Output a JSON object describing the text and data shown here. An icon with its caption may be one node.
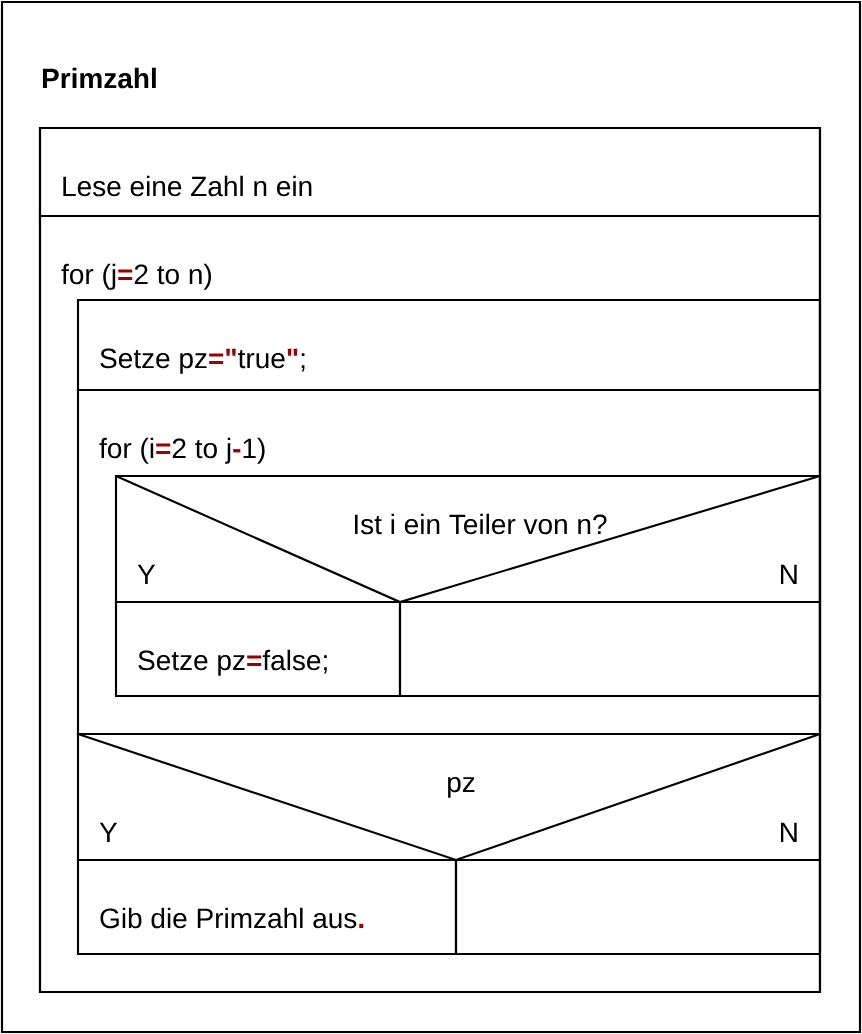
{
  "diagram": {
    "title": "Primzahl",
    "nodes": [
      {
        "text": [
          "Lese eine Zahl n ein"
        ]
      },
      {
        "text": [
          "for (j**=**2 to n)"
        ]
      },
      {
        "text": [
          "Setze pz**=\"**true**\"**;"
        ],
        "in": 1
      },
      {
        "text": [
          "for (i**=**2 to j**-**1)"
        ],
        "in": 1
      },
      {
        "text": [
          "Ist i ein Teiler von n?",
          "Y",
          "N"
        ],
        "in": 3
      },
      {
        "text": [
          "Setze pz**=**false;"
        ],
        "in": 3
      },
      {
        "text": [],
        "shape": "box",
        "in": 3
      },
      {
        "text": [
          "pz",
          "Y",
          "N"
        ],
        "in": 1
      },
      {
        "text": [
          "Gib die Primzahl aus**.**"
        ],
        "in": 1
      },
      {
        "text": [],
        "shape": "box",
        "in": 1
      }
    ]
  }
}
